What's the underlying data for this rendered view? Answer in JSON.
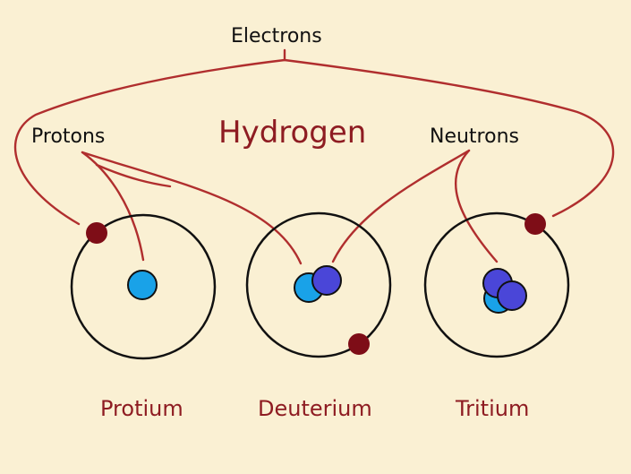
{
  "title": "Hydrogen",
  "labels": {
    "electrons": "Electrons",
    "protons": "Protons",
    "neutrons": "Neutrons"
  },
  "isotopes": [
    {
      "name": "Protium",
      "protons": 1,
      "neutrons": 0,
      "electrons": 1
    },
    {
      "name": "Deuterium",
      "protons": 1,
      "neutrons": 1,
      "electrons": 1
    },
    {
      "name": "Tritium",
      "protons": 1,
      "neutrons": 2,
      "electrons": 1
    }
  ],
  "colors": {
    "background": "#faf0d3",
    "connector": "#b02e2e",
    "title_text": "#8e1c22",
    "electron": "#7e0d17",
    "proton": "#19a2e8",
    "neutron": "#4a46d8",
    "orbit": "#111111"
  }
}
